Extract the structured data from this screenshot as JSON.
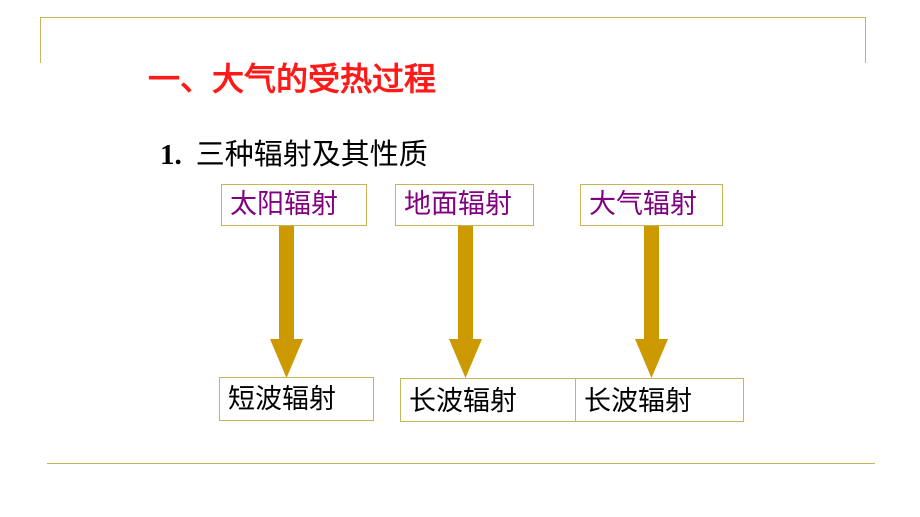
{
  "slide": {
    "title": "一、大气的受热过程",
    "subtitle_number": "1.",
    "subtitle_text": "三种辐射及其性质"
  },
  "sources": [
    "太阳辐射",
    "地面辐射",
    "大气辐射"
  ],
  "results": [
    "短波辐射",
    "长波辐射",
    "长波辐射"
  ],
  "colors": {
    "title": "#ff1a1a",
    "source_text": "#800080",
    "arrow": "#cc9900",
    "frame": "#c8b55a"
  }
}
